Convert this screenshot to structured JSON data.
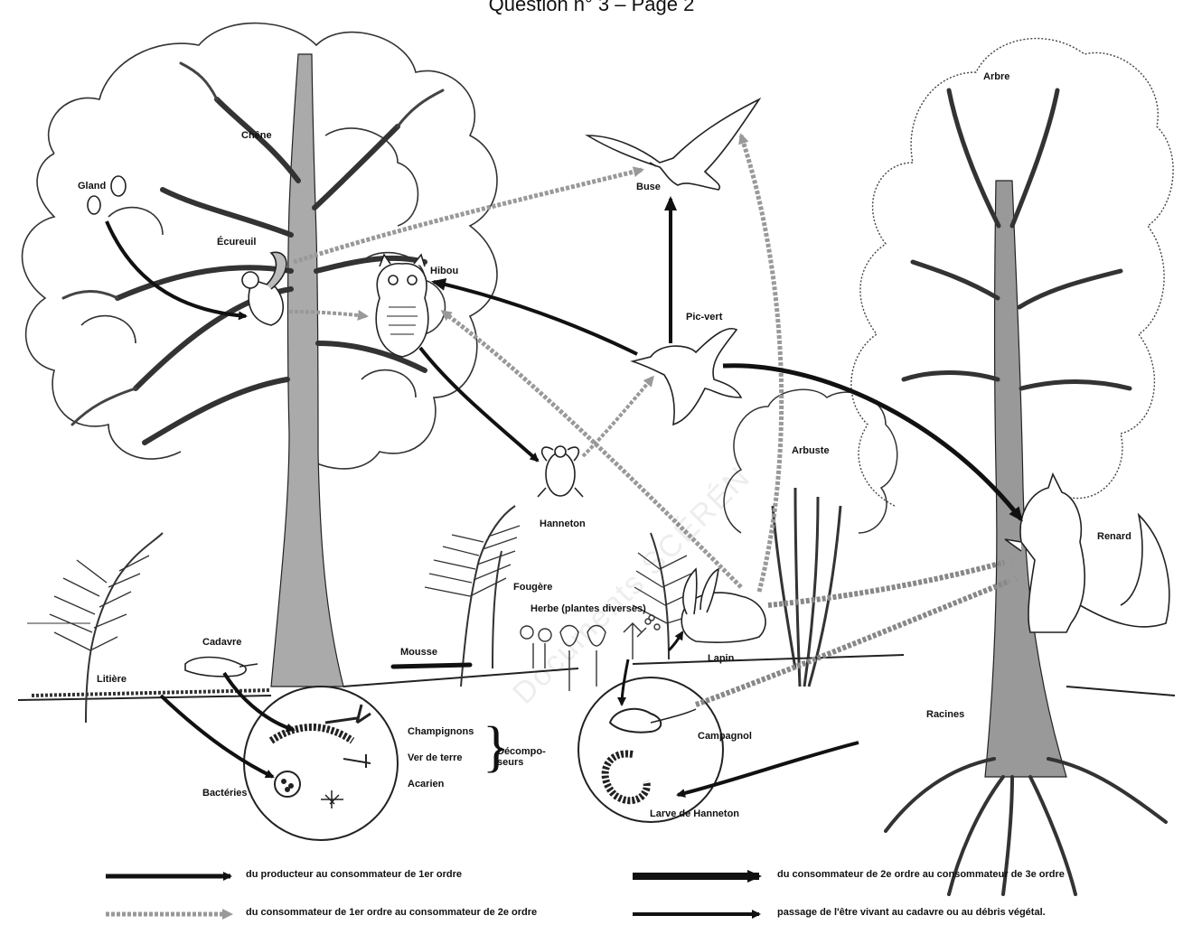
{
  "header": "Question n° 3 – Page 2",
  "labels": {
    "chene": "Chêne",
    "gland": "Gland",
    "ecureuil": "Écureuil",
    "hibou": "Hibou",
    "buse": "Buse",
    "arbre": "Arbre",
    "pic_vert": "Pic-vert",
    "arbuste": "Arbuste",
    "hanneton": "Hanneton",
    "renard": "Renard",
    "fougere": "Fougère",
    "herbe": "Herbe (plantes diverses)",
    "lapin": "Lapin",
    "mousse": "Mousse",
    "cadavre": "Cadavre",
    "litiere": "Litière",
    "champignons": "Champignons",
    "ver_de_terre": "Ver de terre",
    "acarien": "Acarien",
    "decomposeurs": "Décompo-\nseurs",
    "bacteries": "Bactéries",
    "campagnol": "Campagnol",
    "larve": "Larve de Hanneton",
    "racines": "Racines"
  },
  "legend": {
    "producteur_c1": "du producteur au consommateur de 1er ordre",
    "c1_c2": "du consommateur de 1er ordre au consommateur de 2e ordre",
    "c2_c3": "du consommateur de 2e ordre au consommateur de 3e ordre",
    "cadavre": "passage de l'être vivant au cadavre ou au débris végétal."
  },
  "watermark": "Documents SCÉRÉN"
}
